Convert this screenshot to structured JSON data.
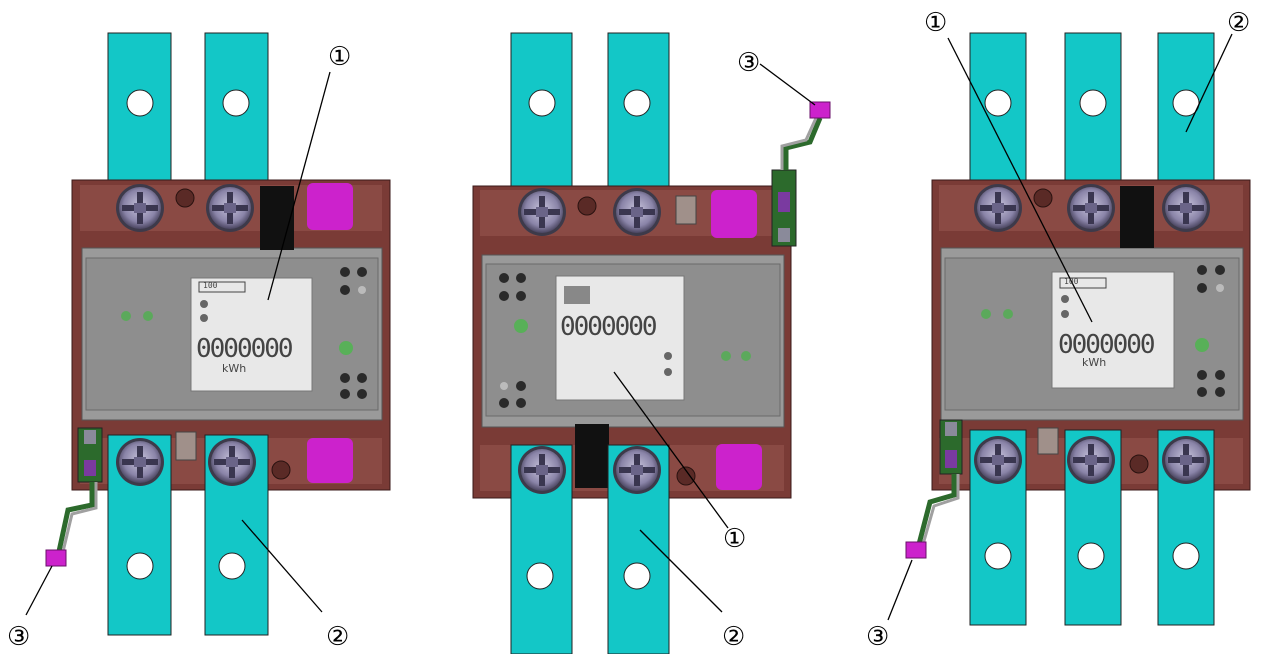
{
  "figure": {
    "meters": [
      {
        "id": "meter-1",
        "variant": "two-terminal, connector bottom-left",
        "display": {
          "small_box": "100",
          "digits": "0000000",
          "unit": "kWh"
        },
        "callouts": [
          "①",
          "②",
          "③"
        ]
      },
      {
        "id": "meter-2",
        "variant": "two-terminal, connector top-right",
        "display": {
          "digits": "0000000"
        },
        "callouts": [
          "①",
          "②",
          "③"
        ]
      },
      {
        "id": "meter-3",
        "variant": "three-terminal, connector bottom-left",
        "display": {
          "small_box": "100",
          "digits": "0000000",
          "unit": "kWh"
        },
        "callouts": [
          "①",
          "②",
          "③"
        ]
      }
    ],
    "colors": {
      "busbar": "#13c7c7",
      "body": "#7a3b36",
      "panel": "#9a9a9a",
      "display": "#e8e8e8",
      "cover": "#cc22cc",
      "screw": "#8a84a8",
      "cable": "#2c6a2c"
    },
    "icons": [
      "screw-terminal-icon",
      "connector-plug-icon",
      "led-dot-icon"
    ]
  }
}
